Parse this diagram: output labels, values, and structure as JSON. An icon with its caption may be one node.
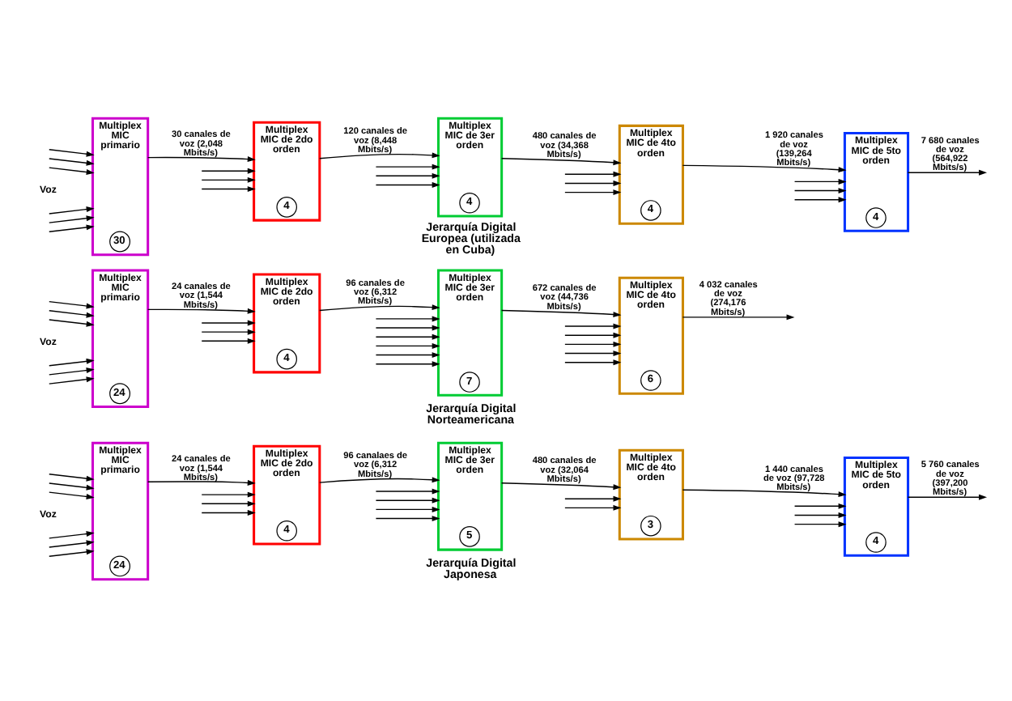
{
  "diagram": {
    "nodes": [
      {
        "text": [
          "Multiplex MIC primario"
        ]
      },
      {
        "text": [
          "30"
        ],
        "in": 0
      },
      {
        "text": [
          "Multiplex MIC de 2do orden"
        ]
      },
      {
        "text": [
          "4"
        ],
        "in": 2
      },
      {
        "text": [
          "Multiplex MIC de 3er orden"
        ]
      },
      {
        "text": [
          "4"
        ],
        "in": 4
      },
      {
        "text": [
          "Multiplex MIC de 4to orden"
        ]
      },
      {
        "text": [
          "4"
        ],
        "in": 6
      },
      {
        "text": [
          "Multiplex MIC de 5to orden"
        ]
      },
      {
        "text": [
          "4"
        ],
        "in": 8
      },
      {
        "text": [
          "Multiplex MIC primario"
        ]
      },
      {
        "text": [
          "24"
        ],
        "in": 10
      },
      {
        "text": [
          "Multiplex MIC de 2do orden"
        ]
      },
      {
        "text": [
          "4"
        ],
        "in": 12
      },
      {
        "text": [
          "Multiplex MIC de 3er orden"
        ]
      },
      {
        "text": [
          "7"
        ],
        "in": 14
      },
      {
        "text": [
          "Multiplex MIC de 4to orden"
        ]
      },
      {
        "text": [
          "6"
        ],
        "in": 16
      },
      {
        "text": [
          "Multiplex MIC primario"
        ]
      },
      {
        "text": [
          "24"
        ],
        "in": 18
      },
      {
        "text": [
          "Multiplex MIC de 2do orden"
        ]
      },
      {
        "text": [
          "4"
        ],
        "in": 20
      },
      {
        "text": [
          "Multiplex MIC de 3er orden"
        ]
      },
      {
        "text": [
          "5"
        ],
        "in": 22
      },
      {
        "text": [
          "Multiplex MIC de 4to orden"
        ]
      },
      {
        "text": [
          "3"
        ],
        "in": 24
      },
      {
        "text": [
          "Multiplex MIC de 5to orden"
        ]
      },
      {
        "text": [
          "4"
        ],
        "in": 26
      }
    ],
    "edges": [
      {
        "from": null,
        "to": 0,
        "arrow": "to"
      },
      {
        "from": null,
        "to": 0,
        "arrow": "to"
      },
      {
        "from": null,
        "to": 0,
        "arrow": "to"
      },
      {
        "from": null,
        "to": 0,
        "arrow": "to"
      },
      {
        "from": null,
        "to": 0,
        "arrow": "to"
      },
      {
        "from": null,
        "to": 0,
        "arrow": "to"
      },
      {
        "from": 0,
        "to": 2,
        "arrow": "to",
        "label": "30 canales de voz (2,048 Mbits/s)"
      },
      {
        "from": null,
        "to": 2,
        "arrow": "to"
      },
      {
        "from": null,
        "to": 2,
        "arrow": "to"
      },
      {
        "from": null,
        "to": 2,
        "arrow": "to"
      },
      {
        "from": 2,
        "to": 4,
        "arrow": "to",
        "label": "120 canales de voz (8,448 Mbits/s)"
      },
      {
        "from": null,
        "to": 4,
        "arrow": "to"
      },
      {
        "from": null,
        "to": 4,
        "arrow": "to"
      },
      {
        "from": null,
        "to": 4,
        "arrow": "to"
      },
      {
        "from": 4,
        "to": 6,
        "arrow": "to",
        "label": "480 canales de voz (34,368 Mbits/s)"
      },
      {
        "from": null,
        "to": 6,
        "arrow": "to"
      },
      {
        "from": null,
        "to": 6,
        "arrow": "to"
      },
      {
        "from": null,
        "to": 6,
        "arrow": "to"
      },
      {
        "from": 6,
        "to": 8,
        "arrow": "to",
        "label": "1 920 canales de voz (139,264 Mbits/s)"
      },
      {
        "from": 8,
        "to": null,
        "arrow": "to",
        "label": "7 680 canales de voz (564,922 Mbits/s)"
      },
      {
        "from": null,
        "to": 8,
        "arrow": "to"
      },
      {
        "from": null,
        "to": 8,
        "arrow": "to"
      },
      {
        "from": null,
        "to": 8,
        "arrow": "to"
      },
      {
        "from": null,
        "to": 10,
        "arrow": "to"
      },
      {
        "from": null,
        "to": 10,
        "arrow": "to"
      },
      {
        "from": null,
        "to": 10,
        "arrow": "to"
      },
      {
        "from": null,
        "to": 10,
        "arrow": "to"
      },
      {
        "from": null,
        "to": 10,
        "arrow": "to"
      },
      {
        "from": null,
        "to": 10,
        "arrow": "to"
      },
      {
        "from": 10,
        "to": 12,
        "arrow": "to",
        "label": "24 canales de voz (1,544 Mbits/s)"
      },
      {
        "from": null,
        "to": 12,
        "arrow": "to"
      },
      {
        "from": null,
        "to": 12,
        "arrow": "to"
      },
      {
        "from": null,
        "to": 12,
        "arrow": "to"
      },
      {
        "from": 12,
        "to": 14,
        "arrow": "to",
        "label": "96 canales de voz (6,312 Mbits/s)"
      },
      {
        "from": null,
        "to": 14,
        "arrow": "to"
      },
      {
        "from": null,
        "to": 14,
        "arrow": "to"
      },
      {
        "from": null,
        "to": 14,
        "arrow": "to"
      },
      {
        "from": null,
        "to": 14,
        "arrow": "to"
      },
      {
        "from": null,
        "to": 14,
        "arrow": "to"
      },
      {
        "from": null,
        "to": 14,
        "arrow": "to"
      },
      {
        "from": 14,
        "to": 16,
        "arrow": "to",
        "label": "672 canales de voz (44,736 Mbits/s)"
      },
      {
        "from": 16,
        "to": null,
        "arrow": "to",
        "label": "4 032 canales de voz (274,176 Mbits/s)"
      },
      {
        "from": null,
        "to": 16,
        "arrow": "to"
      },
      {
        "from": null,
        "to": 16,
        "arrow": "to"
      },
      {
        "from": null,
        "to": 16,
        "arrow": "to"
      },
      {
        "from": null,
        "to": 16,
        "arrow": "to"
      },
      {
        "from": null,
        "to": 16,
        "arrow": "to"
      },
      {
        "from": null,
        "to": 18,
        "arrow": "to"
      },
      {
        "from": null,
        "to": 18,
        "arrow": "to"
      },
      {
        "from": null,
        "to": 18,
        "arrow": "to"
      },
      {
        "from": null,
        "to": 18,
        "arrow": "to"
      },
      {
        "from": null,
        "to": 18,
        "arrow": "to"
      },
      {
        "from": null,
        "to": 18,
        "arrow": "to"
      },
      {
        "from": 18,
        "to": 20,
        "arrow": "to",
        "label": "24 canales de voz (1,544 Mbits/s)"
      },
      {
        "from": null,
        "to": 20,
        "arrow": "to"
      },
      {
        "from": null,
        "to": 20,
        "arrow": "to"
      },
      {
        "from": null,
        "to": 20,
        "arrow": "to"
      },
      {
        "from": 20,
        "to": 22,
        "arrow": "to",
        "label": "96 canalaes de voz (6,312 Mbits/s)"
      },
      {
        "from": null,
        "to": 22,
        "arrow": "to"
      },
      {
        "from": null,
        "to": 22,
        "arrow": "to"
      },
      {
        "from": null,
        "to": 22,
        "arrow": "to"
      },
      {
        "from": null,
        "to": 22,
        "arrow": "to"
      },
      {
        "from": 22,
        "to": 24,
        "arrow": "to",
        "label": "480 canales de voz (32,064 Mbits/s)"
      },
      {
        "from": null,
        "to": 24,
        "arrow": "to"
      },
      {
        "from": null,
        "to": 24,
        "arrow": "to"
      },
      {
        "from": 24,
        "to": 26,
        "arrow": "to",
        "label": "1 440 canales de voz (97,728 Mbits/s)"
      },
      {
        "from": 26,
        "to": null,
        "arrow": "to",
        "label": "5 760 canales de voz (397,200 Mbits/s)"
      },
      {
        "from": null,
        "to": 26,
        "arrow": "to"
      },
      {
        "from": null,
        "to": 26,
        "arrow": "to"
      },
      {
        "from": null,
        "to": 26,
        "arrow": "to"
      }
    ],
    "labels": [
      "Voz",
      "Jerarquía Digital Europea (utilizada en Cuba)",
      "Voz",
      "Jerarquía Digital Norteamericana",
      "Voz",
      "Jerarquía Digital Japonesa"
    ]
  }
}
